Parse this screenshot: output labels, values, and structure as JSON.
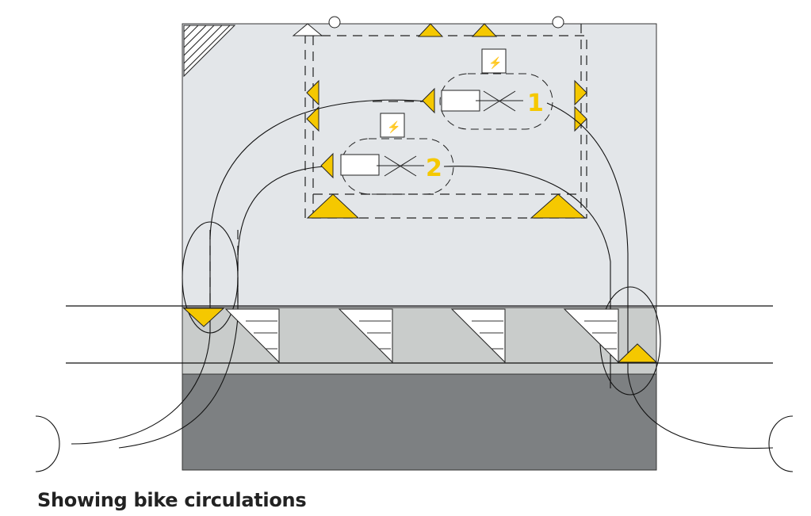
{
  "caption": "Showing bike circulations",
  "stations": [
    {
      "label": "1"
    },
    {
      "label": "2"
    }
  ],
  "colors": {
    "accent": "#f5c800",
    "ground": "#e3e6e9",
    "sidewalk": "#c9cccb",
    "road": "#7d8082",
    "line": "#111111"
  }
}
